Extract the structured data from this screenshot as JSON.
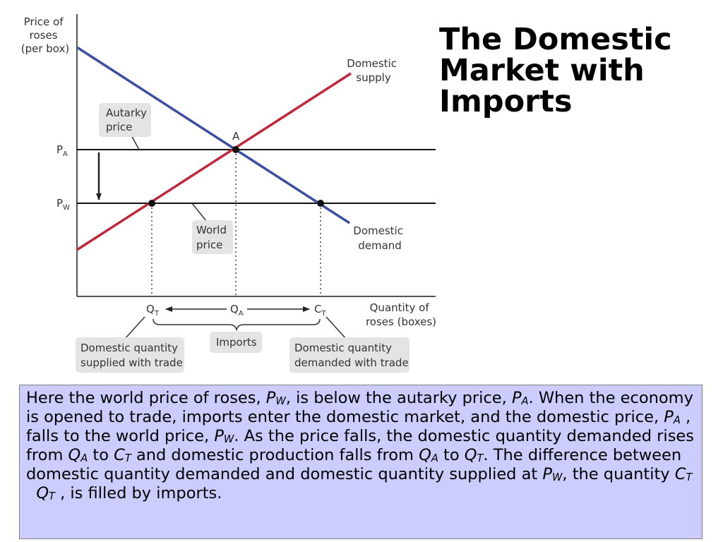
{
  "title": {
    "line1": "The Domestic",
    "line2": "Market with",
    "line3": "Imports"
  },
  "diagram": {
    "y_axis_label": [
      "Price of",
      "roses",
      "(per box)"
    ],
    "x_axis_label": [
      "Quantity of",
      "roses (boxes)"
    ],
    "price_labels": {
      "pa": "P",
      "pa_sub": "A",
      "pw": "P",
      "pw_sub": "W"
    },
    "qty_labels": {
      "qt": "Q",
      "qt_sub": "T",
      "qa": "Q",
      "qa_sub": "A",
      "ct": "C",
      "ct_sub": "T"
    },
    "point_a": "A",
    "supply_label": [
      "Domestic",
      "supply"
    ],
    "demand_label": [
      "Domestic",
      "demand"
    ],
    "callouts": {
      "autarky_price": [
        "Autarky",
        "price"
      ],
      "world_price": [
        "World",
        "price"
      ],
      "imports": "Imports",
      "domestic_supplied": [
        "Domestic quantity",
        "supplied with trade"
      ],
      "domestic_demanded": [
        "Domestic quantity",
        "demanded with trade"
      ]
    },
    "colors": {
      "supply": "#c2263b",
      "demand": "#3b4ea0",
      "callout_bg": "#e4e4e4"
    }
  },
  "caption": {
    "t1": "Here the world price of roses, ",
    "pw1": "P",
    "pw1_sub": "W",
    "t2": ", is below the autarky price, ",
    "pa1": "P",
    "pa1_sub": "A",
    "t3": ". When the economy is opened to trade, imports enter the domestic market, and the domestic price, ",
    "pa2": "P",
    "pa2_sub": "A",
    "t4": " , falls to the world price, ",
    "pw2": "P",
    "pw2_sub": "W",
    "t5": ". As the price falls, the domestic quantity demanded rises from ",
    "qa1": "Q",
    "qa1_sub": "A",
    "t6": " to ",
    "ct1": "C",
    "ct1_sub": "T",
    "t7": " and domestic production falls from ",
    "qa2": "Q",
    "qa2_sub": "A",
    "t8": " to ",
    "qt1": "Q",
    "qt1_sub": "T",
    "t9": ". The difference between domestic quantity demanded and domestic quantity supplied at ",
    "pw3": "P",
    "pw3_sub": "W",
    "t10": ", the quantity ",
    "ct2": "C",
    "ct2_sub": "T",
    "t11": "  ",
    "qt2": "Q",
    "qt2_sub": "T",
    "t12": " , is filled by imports."
  }
}
